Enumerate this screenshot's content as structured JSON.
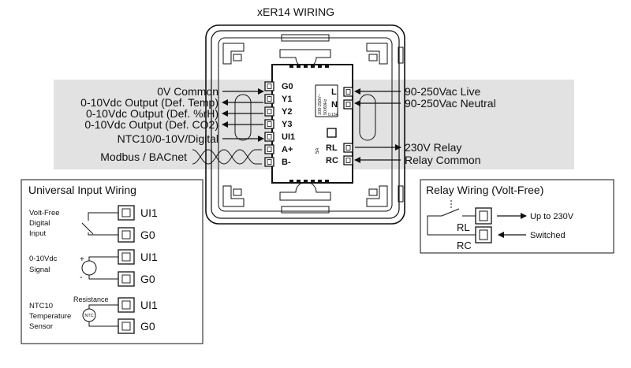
{
  "title": "xER14 WIRING",
  "device": {
    "left_terminals": [
      "G0",
      "Y1",
      "Y2",
      "Y3",
      "UI1",
      "A+",
      "B-"
    ],
    "right_terminals_top": [
      "L",
      "N"
    ],
    "right_terminals_bottom": [
      "RL",
      "RC"
    ],
    "supply_marking": [
      "100-250V~",
      "50/60Hz",
      "0.15A"
    ],
    "relay_marking": "5A"
  },
  "left_labels": [
    "0V Common",
    "0-10Vdc Output (Def. Temp)",
    "0-10Vdc Output (Def. %rH)",
    "0-10Vdc Output (Def. CO2)",
    "NTC10/0-10V/Digital",
    "Modbus / BACnet"
  ],
  "right_labels": [
    "90-250Vac Live",
    "90-250Vac Neutral",
    "230V Relay",
    "Relay Common"
  ],
  "universal_input": {
    "title": "Universal Input Wiring",
    "digital_label": [
      "Volt-Free",
      "Digital",
      "Input"
    ],
    "analog_label": [
      "0-10Vdc",
      "Signal"
    ],
    "plus": "+",
    "minus": "-",
    "ntc_label": [
      "NTC10",
      "Temperature",
      "Sensor"
    ],
    "resistance": "Resistance",
    "ntc_symbol": "NTC",
    "terminal_ui": "UI1",
    "terminal_g0": "G0"
  },
  "relay_wiring": {
    "title": "Relay Wiring (Volt-Free)",
    "rl": "RL",
    "rc": "RC",
    "up_to": "Up to 230V",
    "switched": "Switched"
  }
}
